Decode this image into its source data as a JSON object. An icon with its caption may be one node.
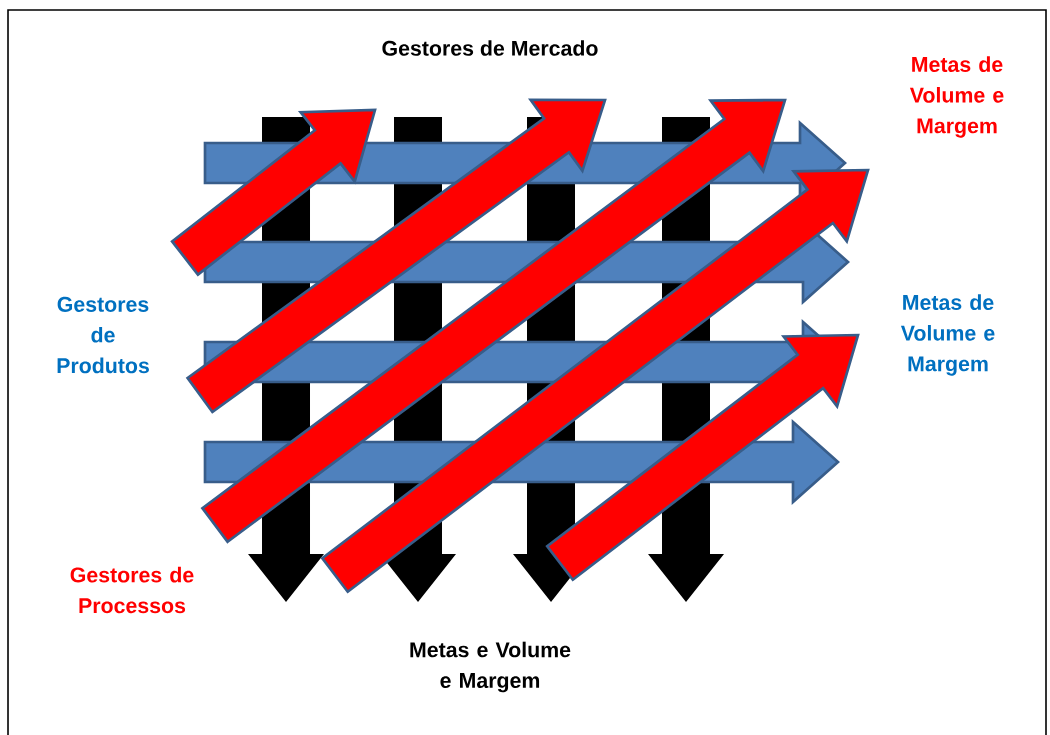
{
  "diagram": {
    "labels": [
      "Gestores de Mercado",
      "Metas de Volume e Margem",
      "Gestores de Produtos",
      "Metas de Volume e Margem",
      "Gestores de Processos",
      "Metas e Volume e Margem"
    ]
  }
}
